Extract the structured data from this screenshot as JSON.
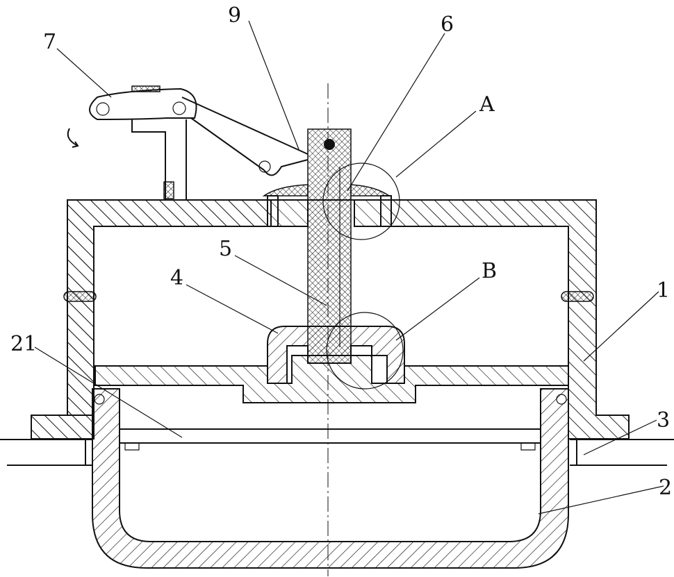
{
  "labels": {
    "l7": "7",
    "l9": "9",
    "l6": "6",
    "lA": "A",
    "l5": "5",
    "l4": "4",
    "lB": "B",
    "l1": "1",
    "l21": "21",
    "l3": "3",
    "l2": "2"
  }
}
